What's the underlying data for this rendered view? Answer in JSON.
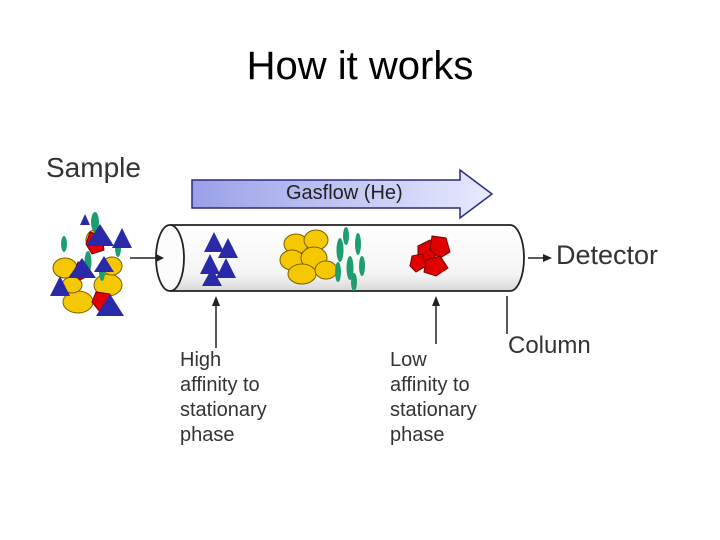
{
  "title": "How it works",
  "labels": {
    "sample": "Sample",
    "gasflow": "Gasflow (He)",
    "detector": "Detector",
    "column": "Column",
    "high_affinity": "High\naffinity to\nstationary\nphase",
    "low_affinity": "Low\naffinity to\nstationary\nphase"
  },
  "colors": {
    "yellow": "#f5c800",
    "red": "#e00000",
    "blue": "#2a2aa8",
    "green": "#1e9e6e",
    "arrow_fill": "#c8ccf0",
    "arrow_stroke": "#2a2a80",
    "tube_stroke": "#222222"
  }
}
